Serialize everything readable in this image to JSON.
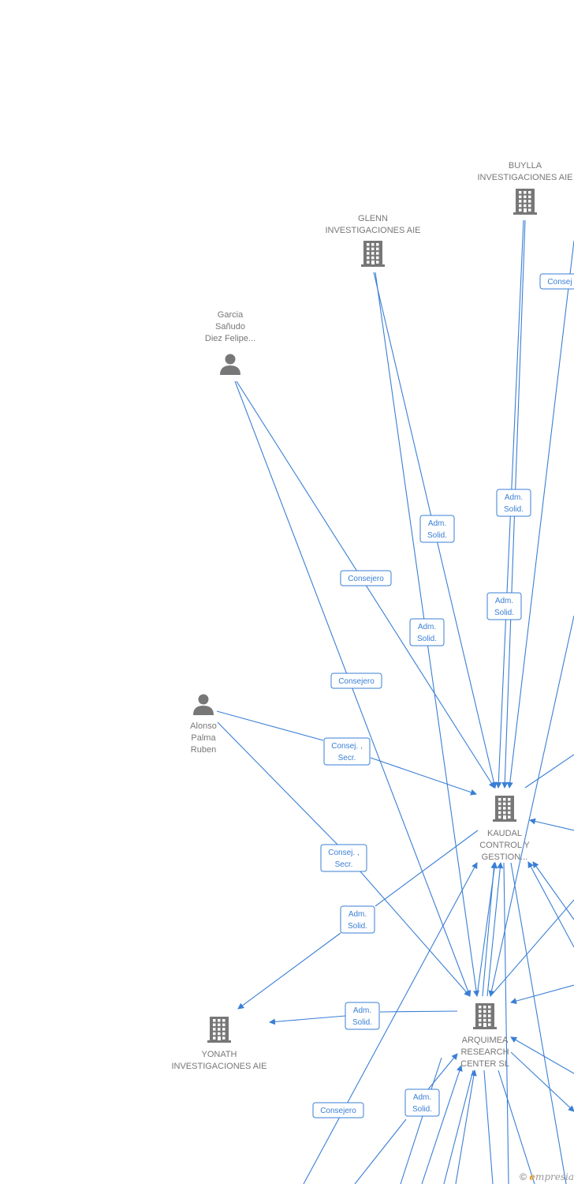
{
  "colors": {
    "edge": "#3a7fd5",
    "node_icon": "#777777",
    "label_text": "#777777"
  },
  "nodes": [
    {
      "id": "buylla",
      "type": "company",
      "icon": "building-icon",
      "lines": [
        "BUYLLA",
        "INVESTIGACIONES AIE"
      ]
    },
    {
      "id": "glenn",
      "type": "company",
      "icon": "building-icon",
      "lines": [
        "GLENN",
        "INVESTIGACIONES AIE"
      ]
    },
    {
      "id": "garcia",
      "type": "person",
      "icon": "person-icon",
      "lines": [
        "Garcia",
        "Sañudo",
        "Diez Felipe..."
      ]
    },
    {
      "id": "alonso",
      "type": "person",
      "icon": "person-icon",
      "lines": [
        "Alonso",
        "Palma",
        "Ruben"
      ]
    },
    {
      "id": "kaudal",
      "type": "company",
      "icon": "building-icon",
      "lines": [
        "KAUDAL",
        "CONTROL Y",
        "GESTION..."
      ]
    },
    {
      "id": "yonath",
      "type": "company",
      "icon": "building-icon",
      "lines": [
        "YONATH",
        "INVESTIGACIONES AIE"
      ]
    },
    {
      "id": "arquimea",
      "type": "company",
      "icon": "building-icon",
      "lines": [
        "ARQUIMEA",
        "RESEARCH",
        "CENTER  SL"
      ]
    }
  ],
  "edge_labels": [
    {
      "id": "l1",
      "lines": [
        "Consej"
      ]
    },
    {
      "id": "l2",
      "lines": [
        "Adm.",
        "Solid."
      ]
    },
    {
      "id": "l3",
      "lines": [
        "Adm.",
        "Solid."
      ]
    },
    {
      "id": "l4",
      "lines": [
        "Consejero"
      ]
    },
    {
      "id": "l5",
      "lines": [
        "Adm.",
        "Solid."
      ]
    },
    {
      "id": "l6",
      "lines": [
        "Adm.",
        "Solid."
      ]
    },
    {
      "id": "l7",
      "lines": [
        "Consejero"
      ]
    },
    {
      "id": "l8",
      "lines": [
        "Consej. ,",
        "Secr."
      ]
    },
    {
      "id": "l9",
      "lines": [
        "Consej. ,",
        "Secr."
      ]
    },
    {
      "id": "l10",
      "lines": [
        "Adm.",
        "Solid."
      ]
    },
    {
      "id": "l11",
      "lines": [
        "Adm.",
        "Solid."
      ]
    },
    {
      "id": "l12",
      "lines": [
        "Consejero"
      ]
    },
    {
      "id": "l13",
      "lines": [
        "Adm.",
        "Solid."
      ]
    }
  ],
  "footer": {
    "copyright": "©",
    "brand_initial": "e",
    "brand_rest": "mpresia"
  }
}
